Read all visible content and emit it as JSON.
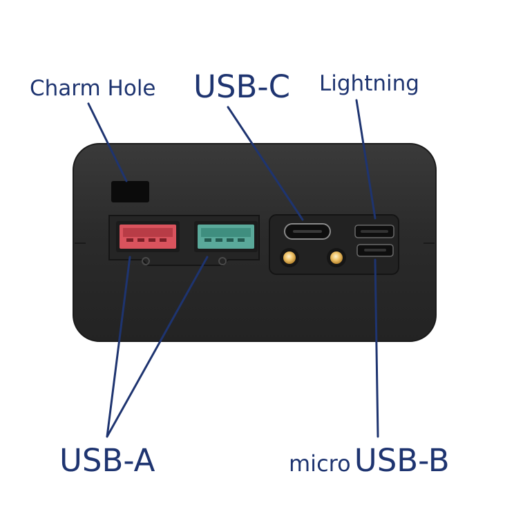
{
  "labels": {
    "charm_hole": "Charm Hole",
    "usb_c": "USB-C",
    "lightning": "Lightning",
    "usb_a": "USB-A",
    "micro_prefix": "micro",
    "usb_b": "USB-B"
  },
  "colors": {
    "label_text": "#1e3470",
    "leader_lines": "#1e3470",
    "device_body": "#2a2a2a",
    "usb_a_left_port": "#d9535d",
    "usb_a_right_port": "#5aa99a",
    "pogo_pins": "#e8b860"
  },
  "icons": {
    "device": "power-bank",
    "ports": [
      "usb-a-port",
      "usb-a-port",
      "usb-c-port",
      "lightning-port",
      "micro-usb-port",
      "pogo-pin",
      "pogo-pin"
    ]
  }
}
